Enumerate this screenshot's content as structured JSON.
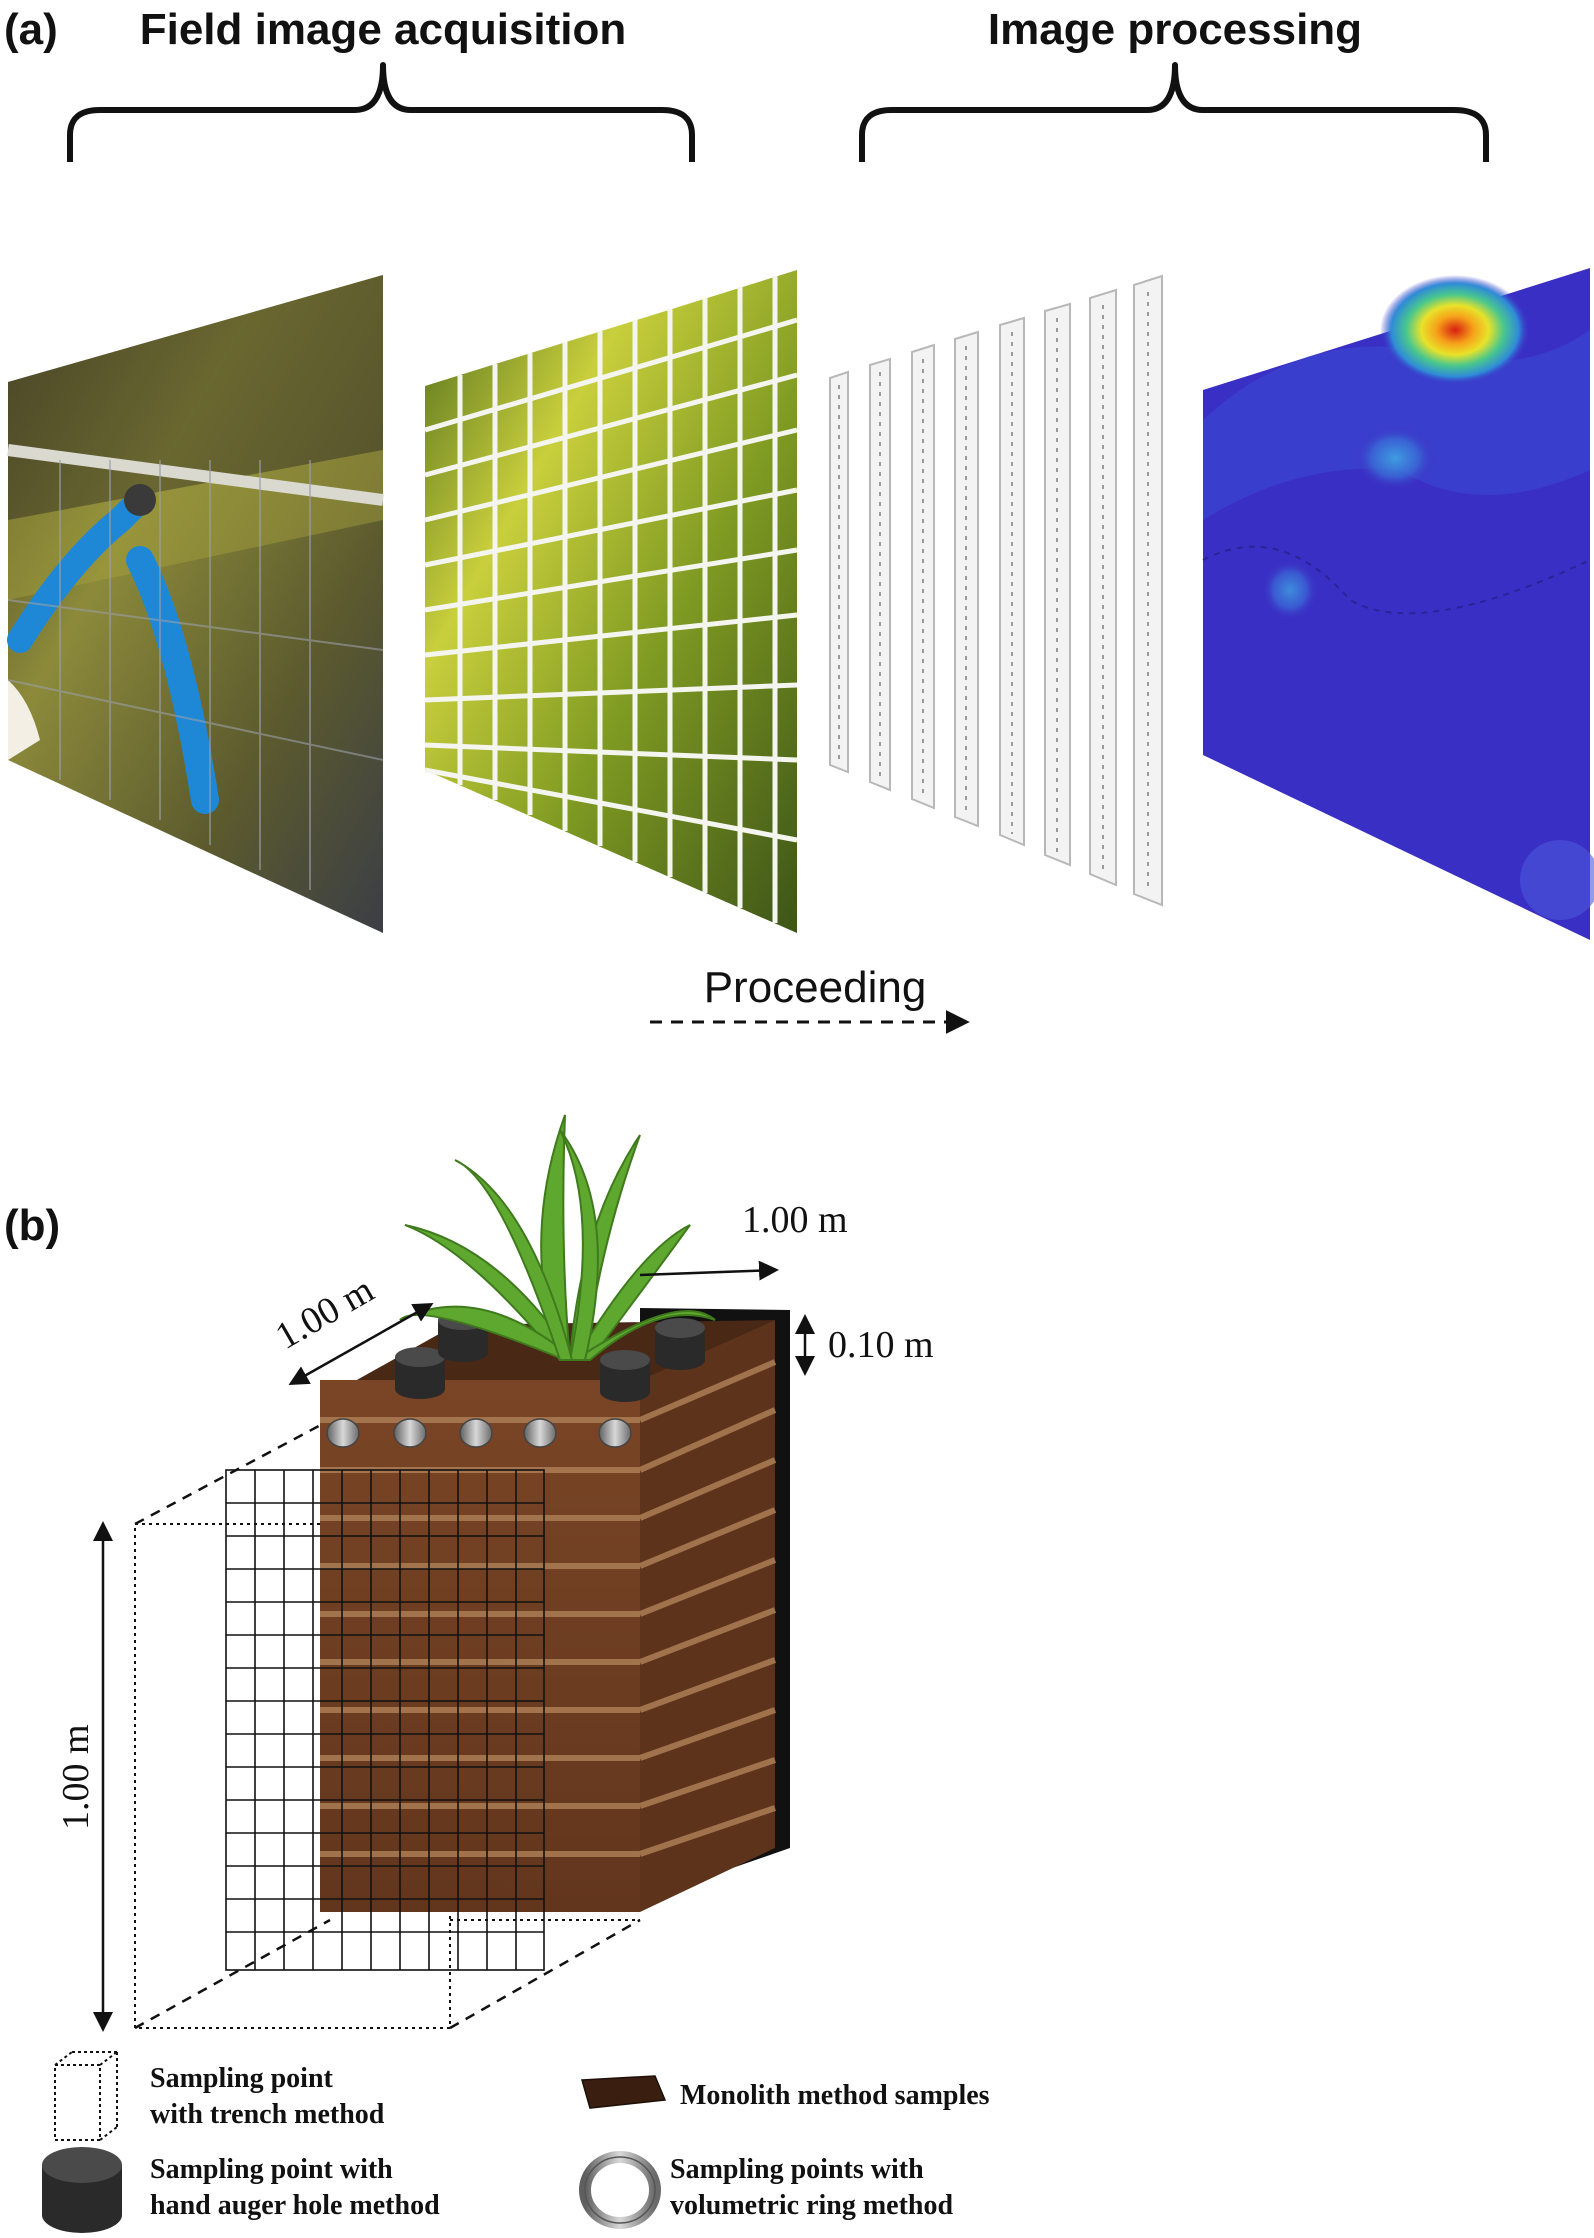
{
  "panel_a": {
    "label": "(a)",
    "stage_acquisition": "Field image acquisition",
    "stage_processing": "Image processing",
    "arrow_label": "Proceeding"
  },
  "panel_b": {
    "label": "(b)",
    "dim_width": "1.00 m",
    "dim_depth": "1.00 m",
    "dim_layer": "0.10 m",
    "dim_height": "1.00 m"
  },
  "legend": {
    "trench_line1": "Sampling point",
    "trench_line2": "with trench method",
    "monolith": "Monolith method samples",
    "auger_line1": "Sampling point with",
    "auger_line2": "hand auger hole method",
    "ring_line1": "Sampling points with",
    "ring_line2": "volumetric ring method"
  },
  "colors": {
    "heatmap_base": "#3a2fc4",
    "soil": "#6b3c22",
    "soil_top": "#4a2816",
    "plant": "#5fa830"
  }
}
